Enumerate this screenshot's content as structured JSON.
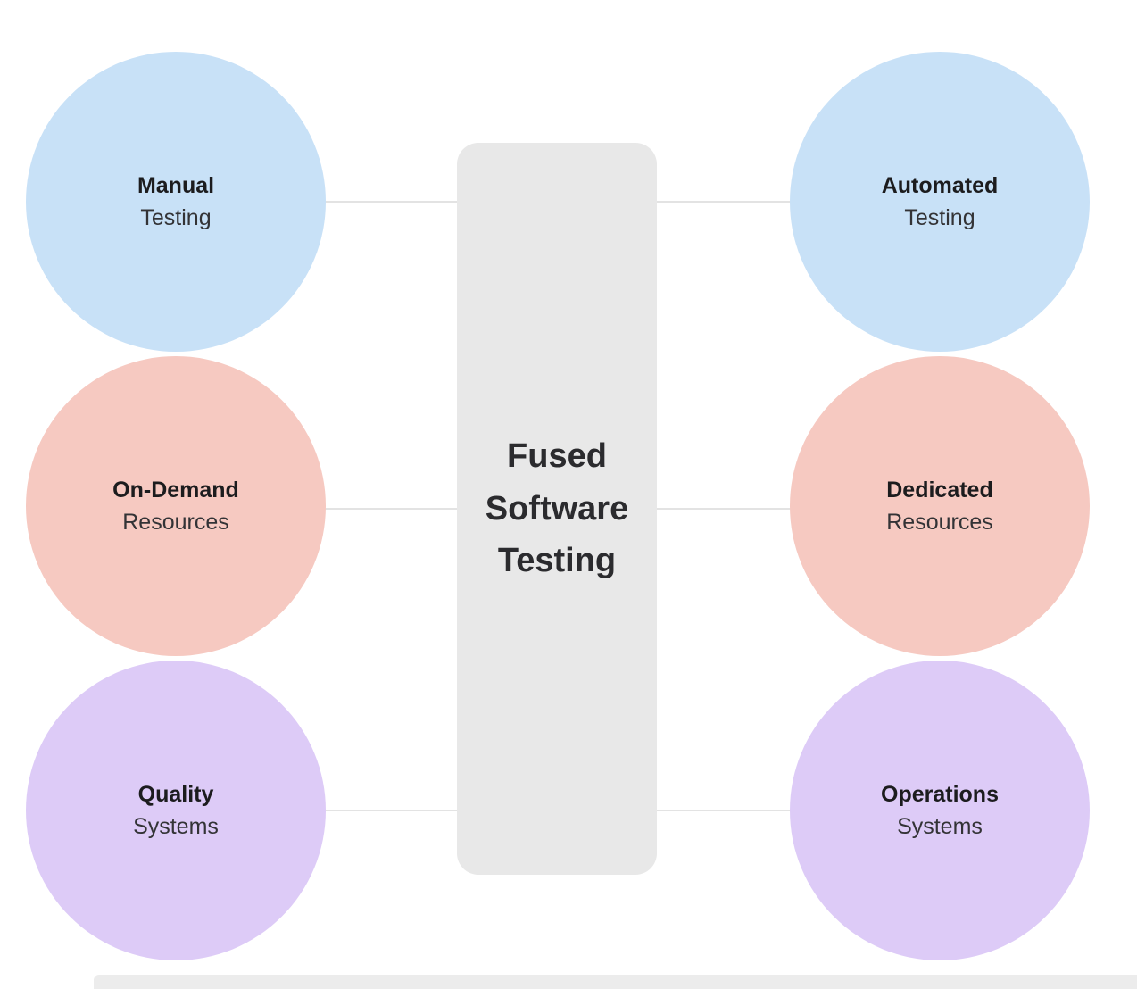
{
  "diagram": {
    "center": {
      "title_lines": [
        "Fused",
        "Software",
        "Testing"
      ]
    },
    "left_nodes": [
      {
        "title": "Manual",
        "subtitle": "Testing",
        "color": "#c8e1f7"
      },
      {
        "title": "On-Demand",
        "subtitle": "Resources",
        "color": "#f6c9c1"
      },
      {
        "title": "Quality",
        "subtitle": "Systems",
        "color": "#ddcbf7"
      }
    ],
    "right_nodes": [
      {
        "title": "Automated",
        "subtitle": "Testing",
        "color": "#c8e1f7"
      },
      {
        "title": "Dedicated",
        "subtitle": "Resources",
        "color": "#f6c9c1"
      },
      {
        "title": "Operations",
        "subtitle": "Systems",
        "color": "#ddcbf7"
      }
    ],
    "colors": {
      "blue_node": "#c8e1f7",
      "pink_node": "#f6c9c1",
      "purple_node": "#ddcbf7",
      "center_box": "#e8e8e8",
      "connector": "#e3e3e3",
      "title_text": "#1c1c1e",
      "subtitle_text": "#333336"
    }
  }
}
